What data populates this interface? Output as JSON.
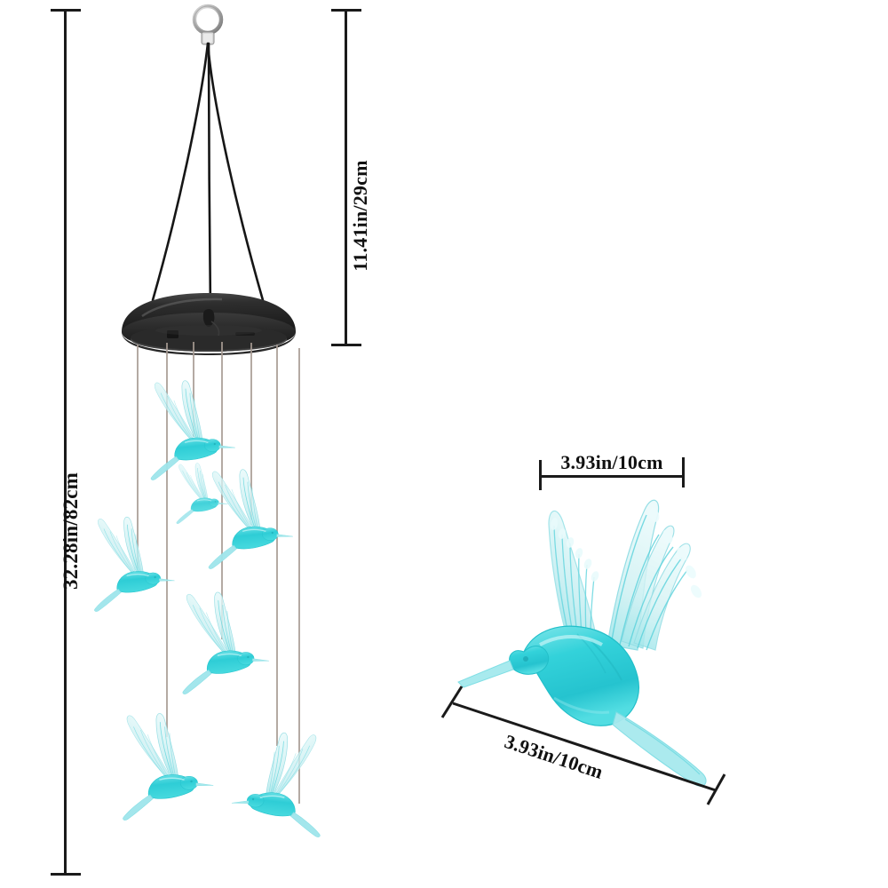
{
  "product": {
    "name": "solar hummingbird wind chime",
    "cap_color": "#2b2b2b",
    "bird_body_color": "#32d0d8",
    "bird_wing_color": "#c9eef1",
    "cord_color": "#1d1d1d",
    "string_color": "#a79b93",
    "ring_color": "#cfcfcf"
  },
  "dimensions": {
    "total_height": {
      "label": "32.28in/82cm",
      "orientation": "vertical",
      "position": "left"
    },
    "hanger_height": {
      "label": "11.41in/29cm",
      "orientation": "vertical",
      "position": "top-right-of-chime"
    },
    "bird_width": {
      "label": "3.93in/10cm",
      "orientation": "horizontal",
      "position": "above-bird"
    },
    "bird_length": {
      "label": "3.93in/10cm",
      "orientation": "diagonal",
      "position": "below-bird"
    }
  },
  "chime": {
    "ring": "hanging-ring",
    "cords": 3,
    "cap": "solar-panel-cap",
    "strings": 7,
    "birds_on_chime": 7,
    "detail_bird": 1
  }
}
